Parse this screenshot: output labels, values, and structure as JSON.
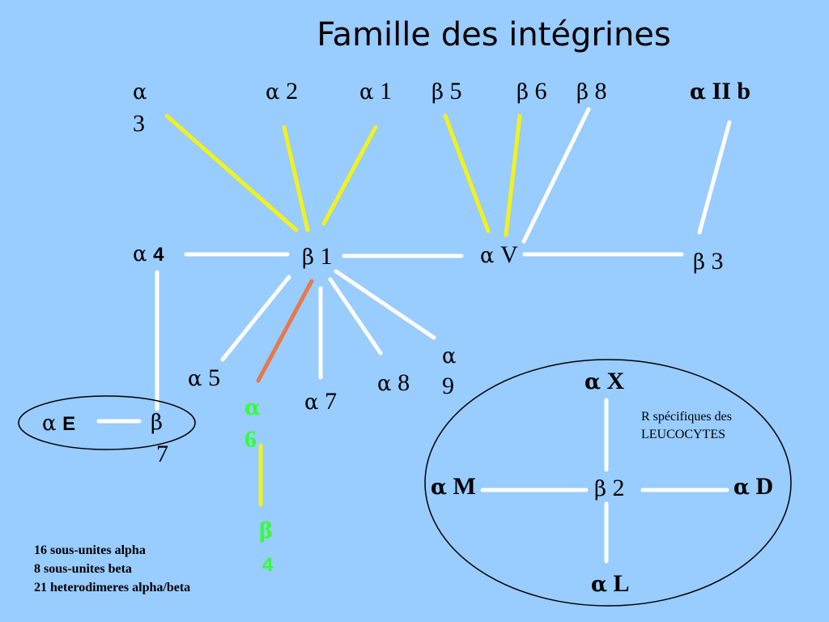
{
  "title": "Famille des intégrines",
  "alpha_symbol": "α",
  "beta_symbol": "β",
  "nodes": {
    "a3": {
      "sym": "α",
      "sub": "3"
    },
    "a2": {
      "sym": "α",
      "sub": "2"
    },
    "a1": {
      "sym": "α",
      "sub": "1"
    },
    "b5": {
      "sym": "β",
      "sub": "5"
    },
    "b6": {
      "sym": "β",
      "sub": "6"
    },
    "b8": {
      "sym": "β",
      "sub": "8"
    },
    "a2b": {
      "sym": "α",
      "sub": "II b"
    },
    "a4": {
      "sym": "α",
      "sub": "4"
    },
    "b1": {
      "sym": "β",
      "sub": "1"
    },
    "aV": {
      "sym": "α",
      "sub": "V"
    },
    "b3": {
      "sym": "β",
      "sub": "3"
    },
    "a5": {
      "sym": "α",
      "sub": "5"
    },
    "a6": {
      "sym": "α",
      "sub": "6"
    },
    "a7": {
      "sym": "α",
      "sub": "7"
    },
    "a8": {
      "sym": "α",
      "sub": "8"
    },
    "a9": {
      "sym": "α",
      "sub": "9"
    },
    "aE": {
      "sym": "α",
      "sub": "E"
    },
    "b7": {
      "sym": "β",
      "sub": "7"
    },
    "b4": {
      "sym": "β",
      "sub": "4"
    },
    "aX": {
      "sym": "α",
      "sub": "X"
    },
    "aM": {
      "sym": "α",
      "sub": "M"
    },
    "b2": {
      "sym": "β",
      "sub": "2"
    },
    "aD": {
      "sym": "α",
      "sub": "D"
    },
    "aL": {
      "sym": "α",
      "sub": "L"
    }
  },
  "leucocyte_note": [
    "R spécifiques des",
    "LEUCOCYTES"
  ],
  "stats": [
    "16 sous-unites alpha",
    "8 sous-unites beta",
    "21 heterodimeres alpha/beta"
  ],
  "colors": {
    "background": "#99ccff",
    "link_yellow": "#f2f21c",
    "link_white": "#ffffff",
    "link_orange": "#e8784a",
    "label_green": "#33ff33"
  }
}
